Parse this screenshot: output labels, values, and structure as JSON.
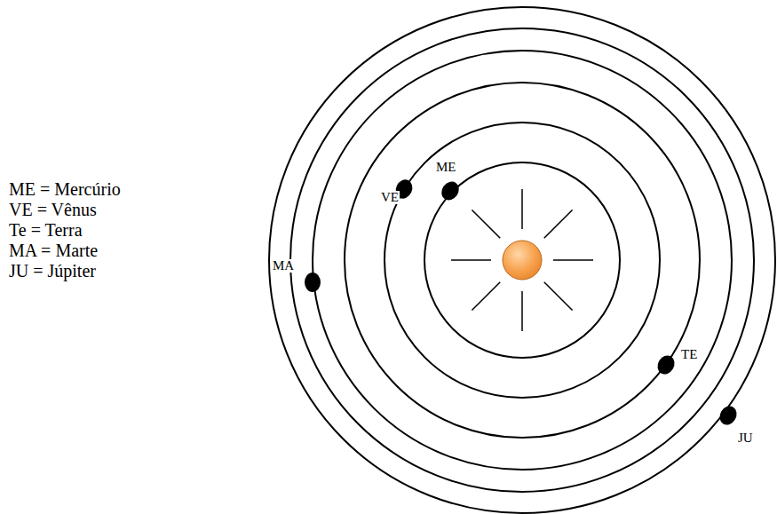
{
  "diagram": {
    "labels": [
      "ME = Mercúrio",
      "VE = Vênus",
      "Te = Terra",
      "MA = Marte",
      "JU = Júpiter",
      "ME",
      "VE",
      "MA",
      "TE",
      "JU"
    ]
  }
}
